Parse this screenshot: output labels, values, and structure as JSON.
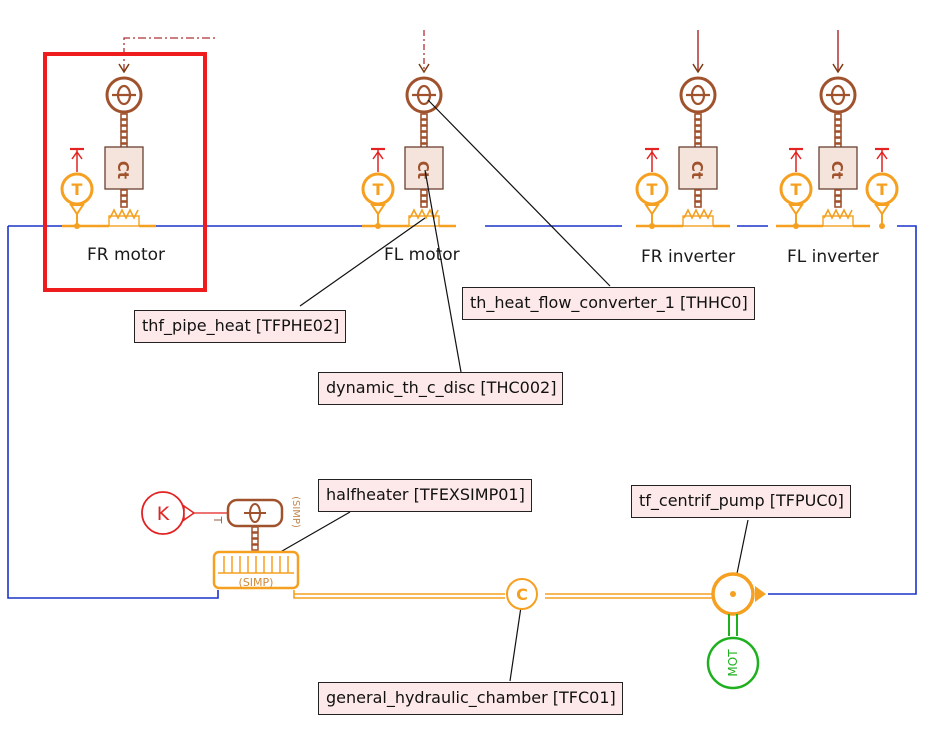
{
  "components": {
    "fr_motor": {
      "label": "FR motor"
    },
    "fl_motor": {
      "label": "FL motor"
    },
    "fr_inverter": {
      "label": "FR inverter"
    },
    "fl_inverter": {
      "label": "FL inverter"
    }
  },
  "tooltips": [
    {
      "text": "thf_pipe_heat [TFPHE02]"
    },
    {
      "text": "th_heat_flow_converter_1 [THHC0]"
    },
    {
      "text": "dynamic_th_c_disc [THC002]"
    },
    {
      "text": "halfheater [TFEXSIMP01]"
    },
    {
      "text": "tf_centrif_pump [TFPUC0]"
    },
    {
      "text": "general_hydraulic_chamber [TFC01]"
    }
  ],
  "symbols": {
    "temperature_sensor": "T",
    "source_k": "K",
    "heat_flow": "Φ",
    "capacity": "Ct",
    "simp": "(SIMP)",
    "motor": "MOT"
  },
  "colors": {
    "hydraulic_line": "#1c34c8",
    "thermal": "#a0522d",
    "fluid": "#f5a020",
    "signal": "#e32222",
    "motor": "#1fb01f",
    "selection": "#ee1c1c",
    "tooltip_bg": "#fde9e9"
  }
}
